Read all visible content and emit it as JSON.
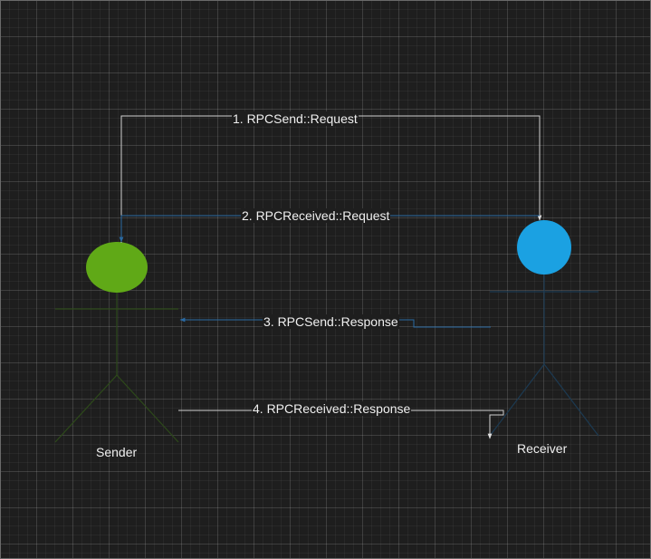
{
  "actors": {
    "sender": {
      "label": "Sender",
      "color": "#60a917",
      "line_color": "#2d4a1a"
    },
    "receiver": {
      "label": "Receiver",
      "color": "#1ba1e2",
      "line_color": "#1c3a52"
    }
  },
  "messages": [
    {
      "label": "1. RPCSend::Request",
      "color": "#dddddd"
    },
    {
      "label": "2. RPCReceived::Request",
      "color": "#1f4e79"
    },
    {
      "label": "3. RPCSend::Response",
      "color": "#1f4e79"
    },
    {
      "label": "4. RPCReceived::Response",
      "color": "#dddddd"
    }
  ]
}
